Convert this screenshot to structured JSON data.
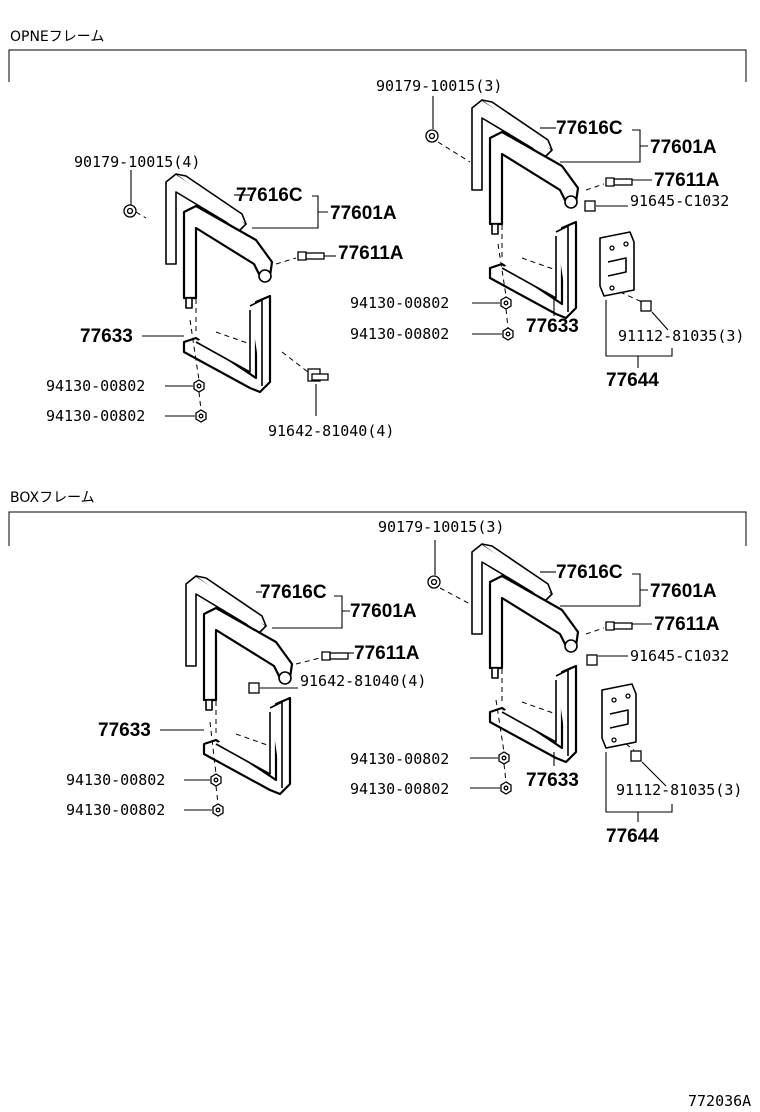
{
  "sections": {
    "open": {
      "title": "OPNEフレーム"
    },
    "box": {
      "title": "BOXフレーム"
    }
  },
  "labels": {
    "bolt_90179": "90179-10015(4)",
    "bolt_90179_3": "90179-10015(3)",
    "pad_77616c": "77616C",
    "frame_77601a": "77601A",
    "bolt_77611a": "77611A",
    "frame_77633": "77633",
    "nut_94130": "94130-00802",
    "bolt_91642": "91642-81040(4)",
    "bolt_91645": "91645-C1032",
    "bolt_91112": "91112-81035(3)",
    "bracket_77644": "77644"
  },
  "footer": {
    "code": "772036A"
  }
}
